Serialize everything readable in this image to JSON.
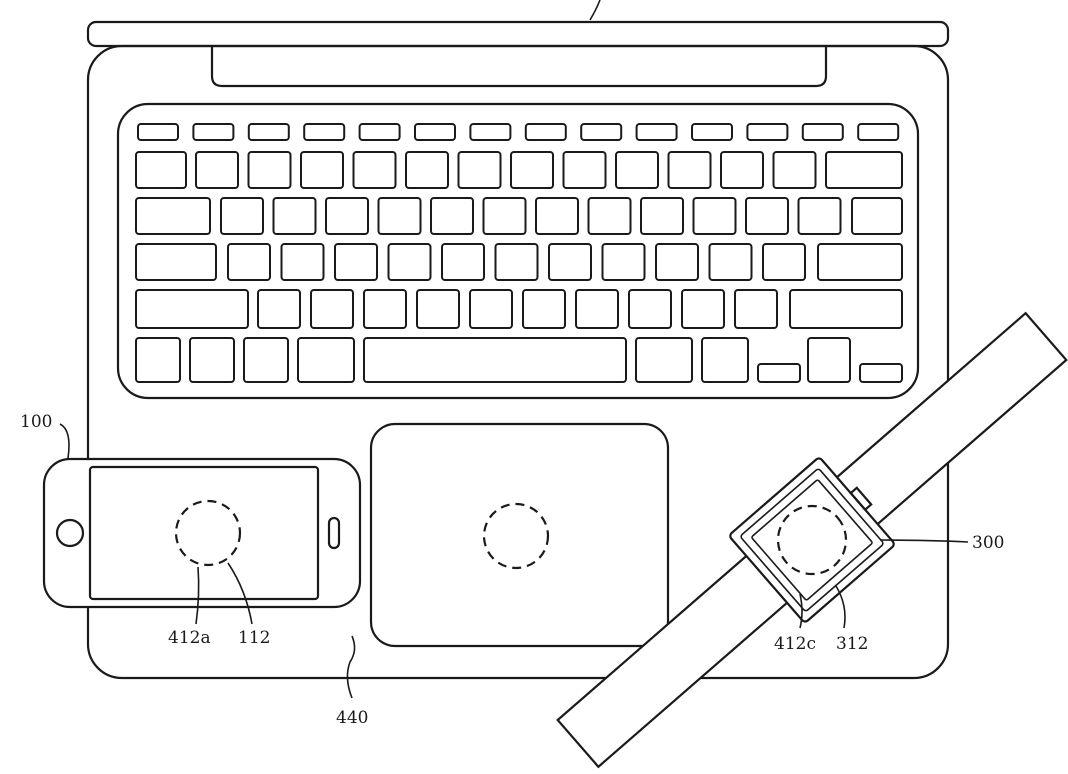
{
  "labels": {
    "phone": "100",
    "phone_coil": "412a",
    "phone_region": "112",
    "laptop_surface": "440",
    "watch": "300",
    "watch_coil": "412c",
    "watch_region": "312"
  },
  "colors": {
    "line": "#1a1a1a",
    "background": "#ffffff"
  }
}
